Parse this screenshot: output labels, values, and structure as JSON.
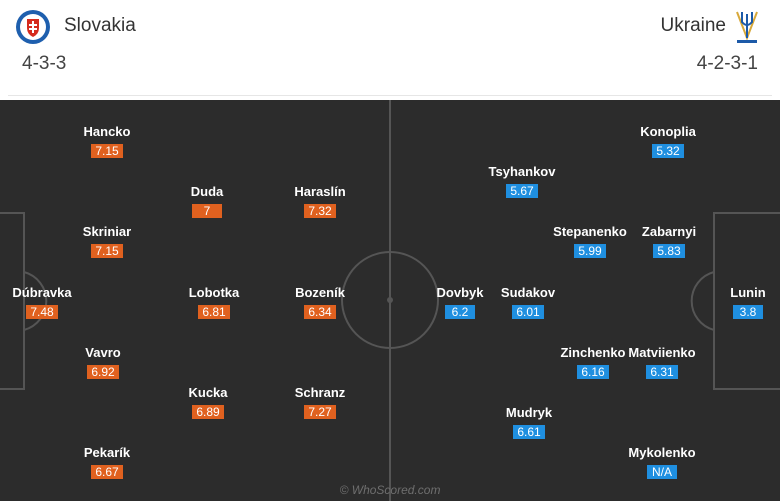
{
  "header": {
    "home": {
      "name": "Slovakia",
      "formation": "4-3-3"
    },
    "away": {
      "name": "Ukraine",
      "formation": "4-2-3-1"
    }
  },
  "pitch": {
    "watermark": "© WhoScored.com",
    "home_players": [
      {
        "name": "Hancko",
        "rating": "7.15"
      },
      {
        "name": "Duda",
        "rating": "7"
      },
      {
        "name": "Haraslín",
        "rating": "7.32"
      },
      {
        "name": "Skriniar",
        "rating": "7.15"
      },
      {
        "name": "Dúbravka",
        "rating": "7.48"
      },
      {
        "name": "Lobotka",
        "rating": "6.81"
      },
      {
        "name": "Bozeník",
        "rating": "6.34"
      },
      {
        "name": "Vavro",
        "rating": "6.92"
      },
      {
        "name": "Kucka",
        "rating": "6.89"
      },
      {
        "name": "Schranz",
        "rating": "7.27"
      },
      {
        "name": "Pekarík",
        "rating": "6.67"
      }
    ],
    "away_players": [
      {
        "name": "Konoplia",
        "rating": "5.32"
      },
      {
        "name": "Tsyhankov",
        "rating": "5.67"
      },
      {
        "name": "Stepanenko",
        "rating": "5.99"
      },
      {
        "name": "Zabarnyi",
        "rating": "5.83"
      },
      {
        "name": "Dovbyk",
        "rating": "6.2"
      },
      {
        "name": "Sudakov",
        "rating": "6.01"
      },
      {
        "name": "Lunin",
        "rating": "3.8"
      },
      {
        "name": "Zinchenko",
        "rating": "6.16"
      },
      {
        "name": "Matviienko",
        "rating": "6.31"
      },
      {
        "name": "Mudryk",
        "rating": "6.61"
      },
      {
        "name": "Mykolenko",
        "rating": "N/A"
      }
    ]
  },
  "colors": {
    "home_rating": "#e0611f",
    "away_rating": "#1f8fe0",
    "pitch": "#2c2c2c"
  },
  "icons": {
    "home_crest": "slovakia-crest-icon",
    "away_crest": "ukraine-crest-icon"
  }
}
